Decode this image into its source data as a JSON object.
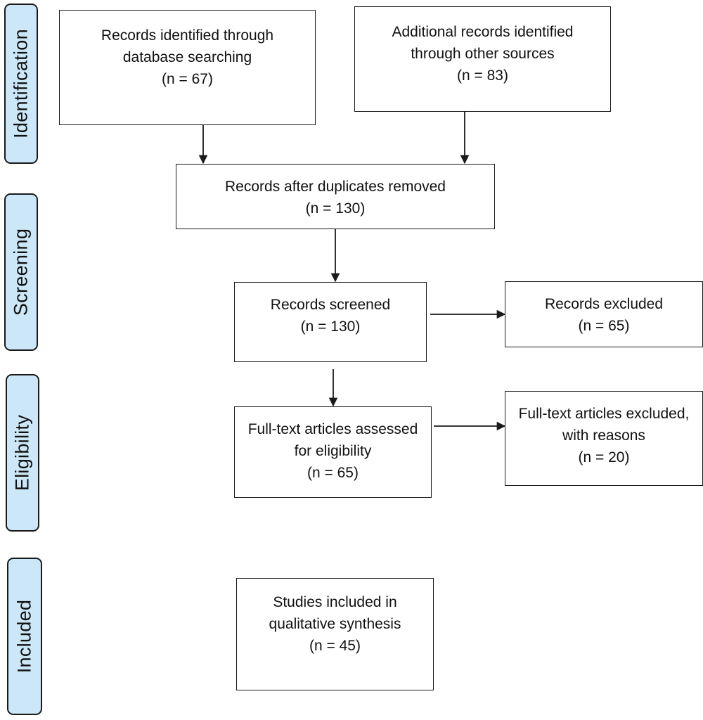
{
  "phases": {
    "identification": "Identification",
    "screening": "Screening",
    "eligibility": "Eligibility",
    "included": "Included"
  },
  "boxes": {
    "database_search": {
      "lines": [
        "Records identified through",
        "database searching",
        "(n = 67)"
      ]
    },
    "other_sources": {
      "lines": [
        "Additional records identified",
        "through other sources",
        "(n = 83)"
      ]
    },
    "duplicates_removed": {
      "lines": [
        "Records after duplicates removed",
        "(n = 130)"
      ]
    },
    "screened": {
      "lines": [
        "Records screened",
        "(n = 130)"
      ]
    },
    "excluded": {
      "lines": [
        "Records excluded",
        "(n = 65)"
      ]
    },
    "full_text_assessed": {
      "lines": [
        "Full-text articles assessed",
        "for eligibility",
        "(n = 65)"
      ]
    },
    "full_text_excluded": {
      "lines": [
        "Full-text articles excluded,",
        "with reasons",
        "(n = 20)"
      ]
    },
    "included_studies": {
      "lines": [
        "Studies included in",
        "qualitative synthesis",
        "(n = 45)"
      ]
    }
  },
  "colors": {
    "phase_fill": "#cce8f8",
    "stroke": "#1a1a1a"
  }
}
